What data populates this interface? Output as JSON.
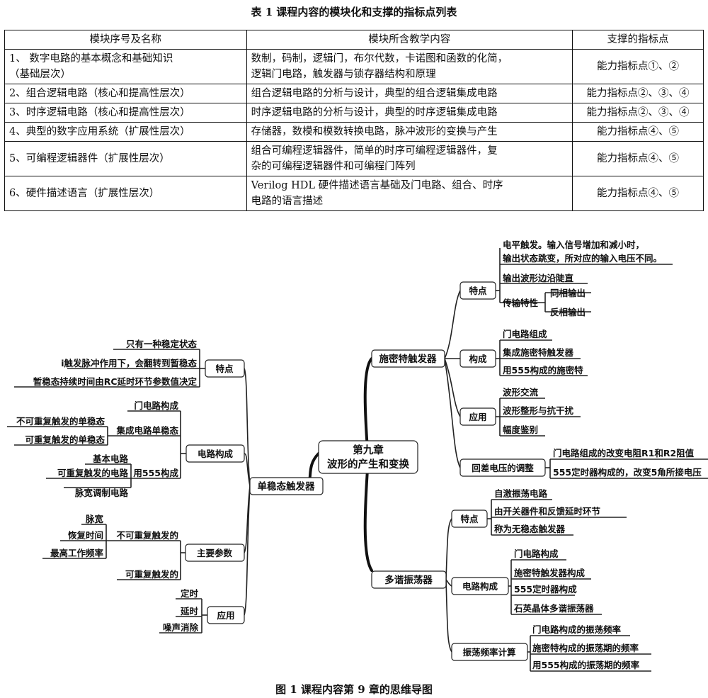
{
  "table": {
    "caption": "表 1 课程内容的模块化和支撑的指标点列表",
    "headers": [
      "模块序号及名称",
      "模块所含教学内容",
      "支撑的指标点"
    ],
    "rows": [
      {
        "name_l1": "1、 数字电路的基本概念和基础知识",
        "name_l2": "（基础层次）",
        "content_l1": "数制，码制，逻辑门，布尔代数，卡诺图和函数的化简，",
        "content_l2": "逻辑门电路，触发器与锁存器结构和原理",
        "points": "能力指标点①、②"
      },
      {
        "name_l1": "2、组合逻辑电路（核心和提高性层次）",
        "name_l2": "",
        "content_l1": "组合逻辑电路的分析与设计，典型的组合逻辑集成电路",
        "content_l2": "",
        "points": "能力指标点②、③、④"
      },
      {
        "name_l1": "3、时序逻辑电路（核心和提高性层次）",
        "name_l2": "",
        "content_l1": "时序逻辑电路的分析与设计，典型的时序逻辑集成电路",
        "content_l2": "",
        "points": "能力指标点②、③、④"
      },
      {
        "name_l1": "4、典型的数字应用系统（扩展性层次）",
        "name_l2": "",
        "content_l1": "存储器，数模和模数转换电路，脉冲波形的变换与产生",
        "content_l2": "",
        "points": "能力指标点④、⑤"
      },
      {
        "name_l1": "5、可编程逻辑器件（扩展性层次）",
        "name_l2": "",
        "content_l1": "组合可编程逻辑器件，简单的时序可编程逻辑器件，复",
        "content_l2": "杂的可编程逻辑器件和可编程门阵列",
        "points": "能力指标点④、⑤"
      },
      {
        "name_l1": "6、硬件描述语言（扩展性层次）",
        "name_l2": "",
        "content_l1": "Verilog HDL 硬件描述语言基础及门电路、组合、时序",
        "content_l2": "电路的语言描述",
        "points": "能力指标点④、⑤"
      }
    ]
  },
  "mindmap": {
    "center_l1": "第九章",
    "center_l2": "波形的产生和变换",
    "left": {
      "label": "单稳态触发器",
      "features": {
        "label": "特点",
        "items": [
          "只有一种稳定状态",
          "i触发脉冲作用下，会翻转到暂稳态",
          "暂稳态持续时间由RC延时环节参数值决定"
        ]
      },
      "circuit": {
        "label": "电路构成",
        "gate": "门电路构成",
        "integrated": "集成电路单稳态",
        "integrated_items": [
          "不可重复触发的单稳态",
          "可重复触发的单稳态"
        ],
        "with555": "用555构成",
        "with555_items": [
          "基本电路",
          "可重复触发的电路",
          "脉宽调制电路"
        ]
      },
      "params": {
        "label": "主要参数",
        "nonretrig": "不可重复触发的",
        "nonretrig_items": [
          "脉宽",
          "恢复时间",
          "最高工作频率"
        ],
        "retrig": "可重复触发的"
      },
      "apps": {
        "label": "应用",
        "items": [
          "定时",
          "延时",
          "噪声消除"
        ]
      }
    },
    "right_top": {
      "label": "施密特触发器",
      "features": {
        "label": "特点",
        "level_l1": "电平触发。输入信号增加和减小时，",
        "level_l2": "输出状态跳变，所对应的输入电压不同。",
        "edge": "输出波形边沿陡直",
        "transfer": "传输特性",
        "transfer_items": [
          "同相输出",
          "反相输出"
        ]
      },
      "structure": {
        "label": "构成",
        "items": [
          "门电路组成",
          "集成施密特触发器",
          "用555构成的施密特"
        ]
      },
      "apps": {
        "label": "应用",
        "items": [
          "波形交流",
          "波形整形与抗干扰",
          "幅度鉴别"
        ]
      },
      "hysteresis": {
        "label": "回差电压的调整",
        "items": [
          "门电路组成的改变电阻R1和R2阻值",
          "555定时器构成的，改变5角所接电压"
        ]
      }
    },
    "right_bottom": {
      "label": "多谐振荡器",
      "features": {
        "label": "特点",
        "items": [
          "自激振荡电路",
          "由开关器件和反馈延时环节",
          "称为无稳态触发器"
        ]
      },
      "circuit": {
        "label": "电路构成",
        "items": [
          "门电路构成",
          "施密特触发器构成",
          "555定时器构成",
          "石英晶体多谐振荡器"
        ]
      },
      "freq": {
        "label": "振荡频率计算",
        "items": [
          "门电路构成的振荡频率",
          "施密特构成的振荡期的频率",
          "用555构成的振荡期的频率"
        ]
      }
    }
  },
  "figure_caption": "图 1 课程内容第 9 章的思维导图"
}
